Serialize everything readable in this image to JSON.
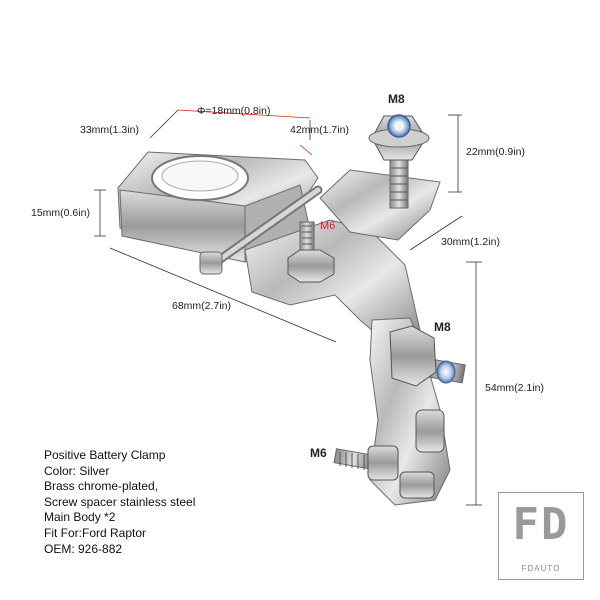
{
  "dimensions": {
    "width_top": "33mm(1.3in)",
    "hole_diameter": "Φ=18mm(0.8in)",
    "width_mid": "42mm(1.7in)",
    "bolt_height": "22mm(0.9in)",
    "clamp_height": "15mm(0.6in)",
    "arm_width": "30mm(1.2in)",
    "length": "68mm(2.7in)",
    "bracket_height": "54mm(2.1in)"
  },
  "labels": {
    "m8_top": "M8",
    "m6_red": "M6",
    "m8_side": "M8",
    "m6_bottom": "M6"
  },
  "specs": [
    "Positive  Battery Clamp",
    "Color: Silver",
    "Brass chrome-plated,",
    "Screw spacer stainless steel",
    "Main Body *2",
    "Fit For:Ford Raptor",
    "OEM:  926-882"
  ],
  "logo": {
    "mark": "FD",
    "name": "FDAUTO"
  }
}
